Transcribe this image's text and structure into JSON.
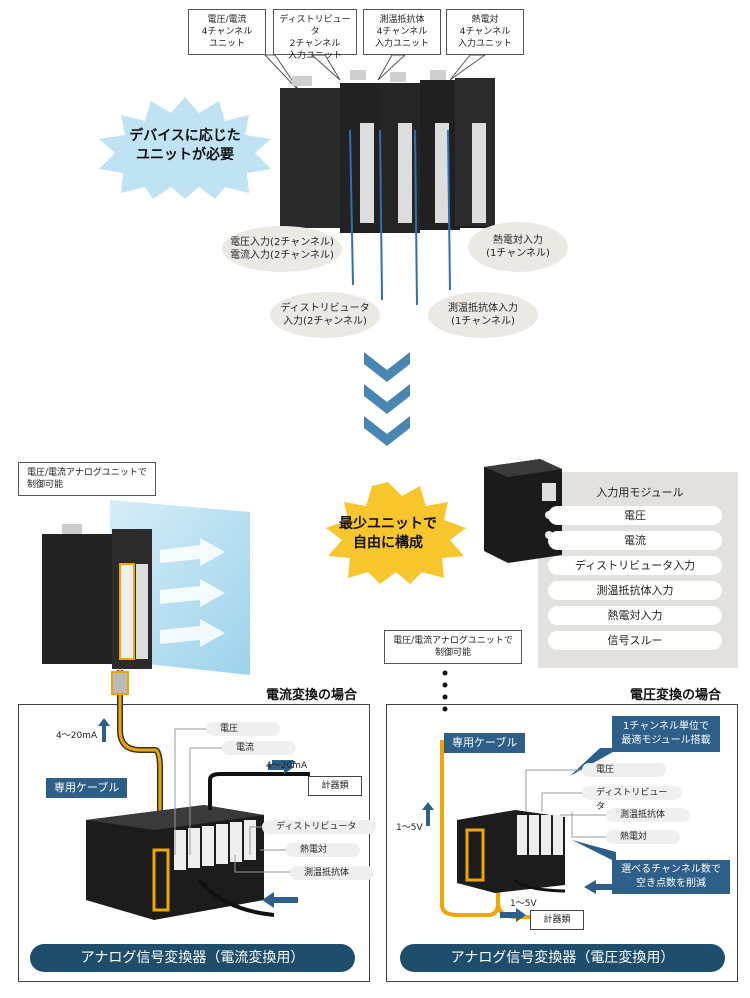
{
  "top": {
    "units": [
      {
        "label": "電圧/電流\n4チャンネル\nユニット"
      },
      {
        "label": "ディストリビュータ\n2チャンネル\n入力ユニット"
      },
      {
        "label": "測温抵抗体\n4チャンネル\n入力ユニット"
      },
      {
        "label": "熱電対\n4チャンネル\n入力ユニット"
      }
    ],
    "burst": "デバイスに応じた\nユニットが必要",
    "bubbles": {
      "voltage_current": "電圧入力(2チャンネル)\n電流入力(2チャンネル)",
      "thermocouple": "熱電対入力\n(1チャンネル)",
      "distributor": "ディストリビュータ\n入力(2チャンネル)",
      "rtd": "測温抵抗体入力\n(1チャンネル)"
    }
  },
  "middle": {
    "burst": "最少ユニットで\n自由に構成",
    "left_callout": "電圧/電流アナログユニットで\n制御可能",
    "right_callout": "電圧/電流アナログユニットで\n制御可能",
    "module_panel": {
      "title": "入力用モジュール",
      "items": [
        "電圧",
        "電流",
        "ディストリビュータ入力",
        "測温抵抗体入力",
        "熱電対入力",
        "信号スルー"
      ]
    }
  },
  "left_panel": {
    "title": "電流変換の場合",
    "signal": "4～20mA",
    "signal_out": "4～20mA",
    "cable_tag": "専用ケーブル",
    "meter": "計器類",
    "labels": [
      "電圧",
      "電流",
      "ディストリビュータ",
      "熱電対",
      "測温抵抗体"
    ],
    "banner": "アナログ信号変換器（電流変換用）"
  },
  "right_panel": {
    "title": "電圧変換の場合",
    "signal": "1～5V",
    "signal_out": "1～5V",
    "cable_tag": "専用ケーブル",
    "meter": "計器類",
    "labels": [
      "電圧",
      "ディストリビュータ",
      "測温抵抗体",
      "熱電対"
    ],
    "note_top": "1チャンネル単位で\n最適モジュール搭載",
    "note_bottom": "選べるチャンネル数で\n空き点数を削減",
    "banner": "アナログ信号変換器（電圧変換用）"
  },
  "colors": {
    "banner": "#1e4e6c",
    "tag": "#2d5f88",
    "cable": "#f0a500",
    "burst": "#bfe3f2",
    "burst_yellow": "#f7c52c",
    "chevron": "#4a86b4"
  }
}
